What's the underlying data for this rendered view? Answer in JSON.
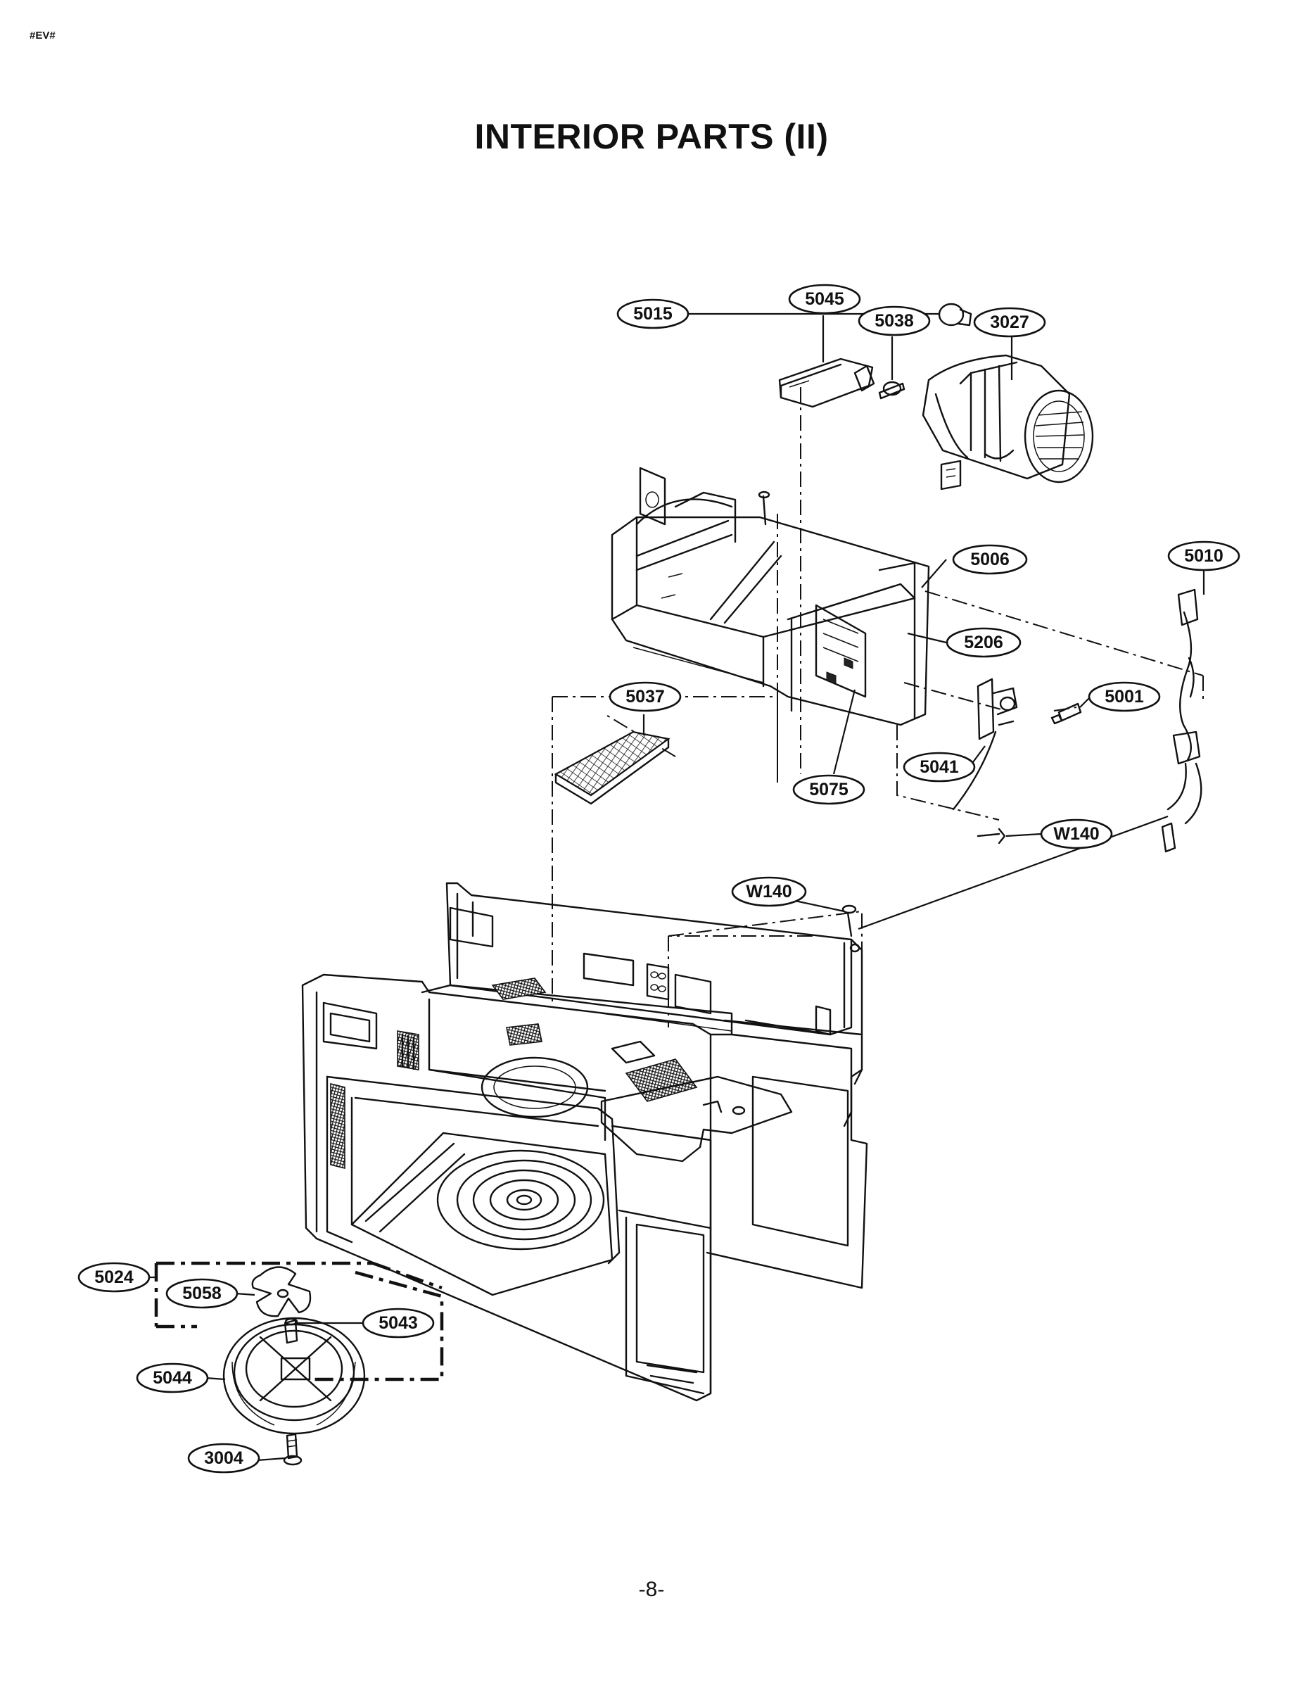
{
  "header": {
    "mark": "#EV#",
    "title": "INTERIOR PARTS (II)"
  },
  "footer": {
    "page_number": "-8-"
  },
  "callouts": {
    "c5015": "5015",
    "c5045": "5045",
    "c5038": "5038",
    "c3027": "3027",
    "c5006": "5006",
    "c5010": "5010",
    "c5206": "5206",
    "c5037": "5037",
    "c5001": "5001",
    "c5041": "5041",
    "c5075": "5075",
    "cW140a": "W140",
    "cW140b": "W140",
    "c5024": "5024",
    "c5058": "5058",
    "c5043": "5043",
    "c5044": "5044",
    "c3004": "3004"
  }
}
